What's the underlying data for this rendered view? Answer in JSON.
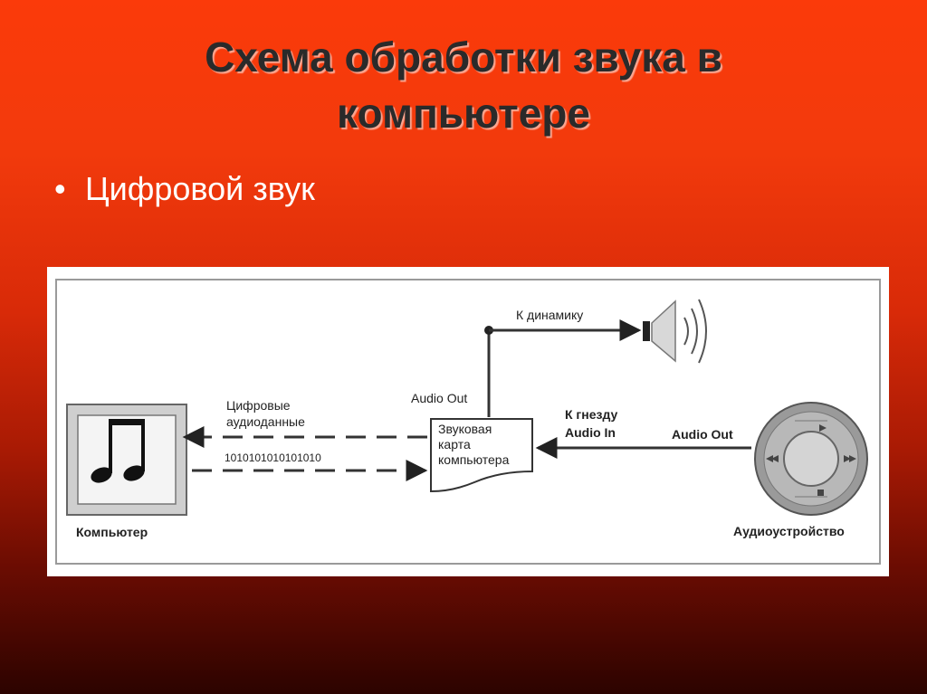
{
  "slide": {
    "title_line1": "Схема обработки звука в",
    "title_line2": "компьютере",
    "bullet": "Цифровой звук"
  },
  "diagram": {
    "to_speaker": "К динамику",
    "sound_card_audio_out": "Audio Out",
    "sound_card_line1": "Звуковая",
    "sound_card_line2": "карта",
    "sound_card_line3": "компьютера",
    "digital_data_line1": "Цифровые",
    "digital_data_line2": "аудиоданные",
    "binary": "1010101010101010",
    "jack_line1": "К гнезду",
    "jack_line2": "Audio In",
    "device_audio_out": "Audio Out",
    "computer_label": "Компьютер",
    "device_label": "Аудиоустройство"
  },
  "colors": {
    "accent": "#fb3a0a",
    "line": "#333333"
  }
}
